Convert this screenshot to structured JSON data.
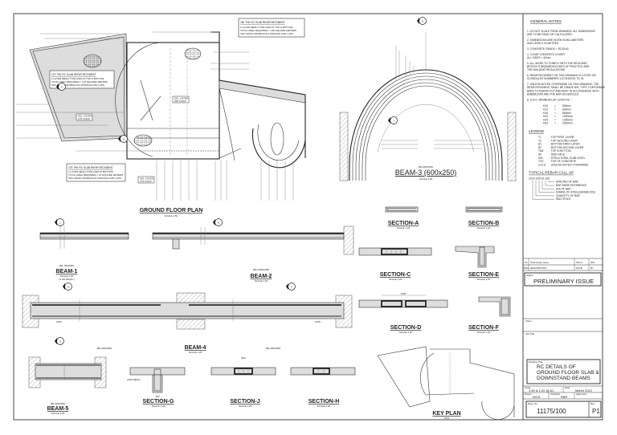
{
  "sheet": {
    "drawings": {
      "ground_floor_plan": {
        "title": "GROUND FLOOR PLAN",
        "scale": "SCALE 1:50"
      },
      "beam_3": {
        "ref": "(B3-600X250)",
        "title": "BEAM-3 (600x250)",
        "scale": "SCALE 1:25"
      },
      "beam_1": {
        "ref": "(B1-750X250)",
        "title": "BEAM-1",
        "scale": "SCALE 1:25",
        "note": "(3 NO REQD.)"
      },
      "beam_2": {
        "ref": "(B2-1200X250)",
        "title": "BEAM-2",
        "scale": "SCALE 1:25"
      },
      "beam_4": {
        "ref": "(B4-300X600)",
        "title": "BEAM-4",
        "scale": "SCALE 1:25"
      },
      "beam_4b": {
        "ref": "(B4-300X600)"
      },
      "beam_5": {
        "ref": "(B5-300X600)",
        "title": "BEAM-5",
        "scale": "SCALE 1:25"
      },
      "section_a": {
        "title": "SECTION-A",
        "scale": "SCALE 1:20"
      },
      "section_b": {
        "title": "SECTION-B",
        "scale": "SCALE 1:20"
      },
      "section_c": {
        "title": "SECTION-C",
        "scale": "SCALE 1:20"
      },
      "section_e": {
        "title": "SECTION-E",
        "scale": "SCALE 1:20"
      },
      "section_d": {
        "title": "SECTION-D",
        "scale": "SCALE 1:20"
      },
      "section_f": {
        "title": "SECTION-F",
        "scale": "SCALE 1:20"
      },
      "section_g": {
        "title": "SECTION-G",
        "scale": "SCALE 1:20"
      },
      "section_j": {
        "title": "SECTION-J",
        "scale": "SCALE 1:20"
      },
      "section_h": {
        "title": "SECTION-H",
        "scale": "SCALE 1:20"
      },
      "key_plan": {
        "title": "KEY PLAN",
        "scale": "NTS"
      }
    },
    "slab_notes": [
      {
        "title": "250 THK RC SLAB REINFORCEMENT",
        "lines": [
          "2 LAYER MESH TYPE A393 AT TOP & BOTTOM",
          "TOTAL AREA REQUIRED = 180 SQUARE METERS",
          "INCLUDING MINIMUM ALLOWANCE FOR LAPS"
        ]
      },
      {
        "title": "175 THK RC SLAB REINFORCEMENT",
        "lines": [
          "2 LAYER MESH TYPE A393 AT TOP & BOTTOM",
          "TOTAL AREA REQUIRED = 120 SQUARE METERS",
          "INCLUDING MINIMUM ALLOWANCE FOR LAPS"
        ]
      },
      {
        "title": "175 THK RC SLAB REINFORCEMENT",
        "lines": [
          "1 LAYER MESH TYPE A393 AT BOTTOM",
          "TOTAL AREA REQUIRED = 22 SQUARE METERS",
          "INCLUDING MINIMUM ALLOWANCE FOR LAPS"
        ]
      }
    ],
    "level_tags": [
      {
        "level": "SSL +25.875",
        "thk": "175 THICK"
      },
      {
        "level": "SSL +25.950",
        "thk": "250 THICK"
      },
      {
        "level": "SSL +25.875",
        "thk": "175 THICK"
      }
    ],
    "section_markers": [
      "A",
      "B",
      "C",
      "D",
      "E",
      "F",
      "G",
      "H",
      "J"
    ],
    "mesh_label": "A393 MESH",
    "dims": {
      "d1200": "1200",
      "d300": "300",
      "d800": "800",
      "d1250": "1250"
    }
  },
  "notes": {
    "general_title": "GENERAL NOTES",
    "general": [
      [
        "1. DO NOT SCALE FROM DRAWING. ALL DIMENSIONS",
        "    ARE TO BE READ OR CALCULATED."
      ],
      [
        "2. DIMENSIONS ARE GIVEN IN MILLIMETERS",
        "    AND LEVELS IN METRES."
      ],
      [
        "3. CONCRETE GRADE = RC32/40"
      ],
      [
        "4. CLEAR CONCRETE COVER:",
        "    ALL SIDES = 40mm"
      ],
      [
        "5. ALL WORK TO COMPLY WITH THE RELEVANT",
        "    BRITISH STANDARDS/CODES OF PRACTICE AND",
        "    THE BUILDING REGULATIONS."
      ],
      [
        "6. REINFORCEMENT ON THIS DRAWING IS LISTED ON",
        "    SCHEDULES NUMBERED 11175/100/01 TO 04"
      ],
      [
        "7. UNLESS NOTED OTHERWISE ON THIS DRAWING, THE",
        "    REINFORCEMENT SHALL BE GRADE 500, TYPE 2 DEFORMED",
        "    BARS TO BS4449 CUT AND BENT IN ACCORDANCE WITH",
        "    BS8666:2005 AND THE BAR SCHEDULES."
      ],
      [
        "8. U.N.O. MINIMUM LAP LENGTHS :-"
      ]
    ],
    "laps": [
      [
        "H10",
        "=",
        "500mm"
      ],
      [
        "H12",
        "=",
        "600mm"
      ],
      [
        "H16",
        "=",
        "800mm"
      ],
      [
        "H20",
        "=",
        "1000mm"
      ],
      [
        "H25",
        "=",
        "1250mm"
      ],
      [
        "H32",
        "=",
        "1600mm"
      ]
    ],
    "legend_title": "LEGEND",
    "legend": [
      [
        "T1",
        ": TOP FIRST LAYER"
      ],
      [
        "T2",
        ": TOP SECOND LAYER"
      ],
      [
        "B1",
        ": BOTTOM FIRST LAYER"
      ],
      [
        "B2",
        ": BOTTOM SECOND LAYER"
      ],
      [
        "T&B",
        ": TOP & BOTTOM"
      ],
      [
        "SF",
        ": SIDE FACE"
      ],
      [
        "SSL",
        ": STRUCTURAL SLAB LEVEL"
      ],
      [
        "TOC",
        ": TOP OF CONCRETE"
      ],
      [
        "U.N.O.",
        ": UNLESS NOTED OTHERWISE"
      ]
    ],
    "callup_title": "TYPICAL REBAR CALL UP",
    "callup_example": "2X10 H25-01-150",
    "callup_items": [
      "SPACING OF BAR",
      "BAR MARK REFERENCE",
      "DIA OF BAR",
      "GRADE OF STEEL(GRADE 500)",
      "QUANTITY OF BAR",
      "MULTIPLES"
    ]
  },
  "title_block": {
    "revisions": [
      {
        "rev": "P1",
        "description": "Preliminary Issue",
        "date": "03/12",
        "by": "WS"
      }
    ],
    "rev_header": {
      "rev": "REV",
      "description": "DESCRIPTION",
      "date": "DATE",
      "by": "BY"
    },
    "status_label": "Status",
    "status": "PRELIMINARY ISSUE",
    "client_label": "Client",
    "job_title_label": "Job Title",
    "drawing_title_label": "Drawing Title",
    "drawing_title": [
      "RC DETAILS OF",
      "GROUND FLOOR SLAB &",
      "DOWNSTAND BEAMS"
    ],
    "scale_label": "Scale",
    "scale": "1:50 & 1:20 @ A1",
    "date_label": "Date",
    "date": "March 2012",
    "drawn_label": "Drawn",
    "drawn": "WCS",
    "checked_label": "Checked",
    "checked": "RBR",
    "approved_label": "Approved",
    "dwg_no_label": "Dwg. No.",
    "dwg_no": "11175/100",
    "rev_label": "Rev.",
    "rev": "P1"
  }
}
